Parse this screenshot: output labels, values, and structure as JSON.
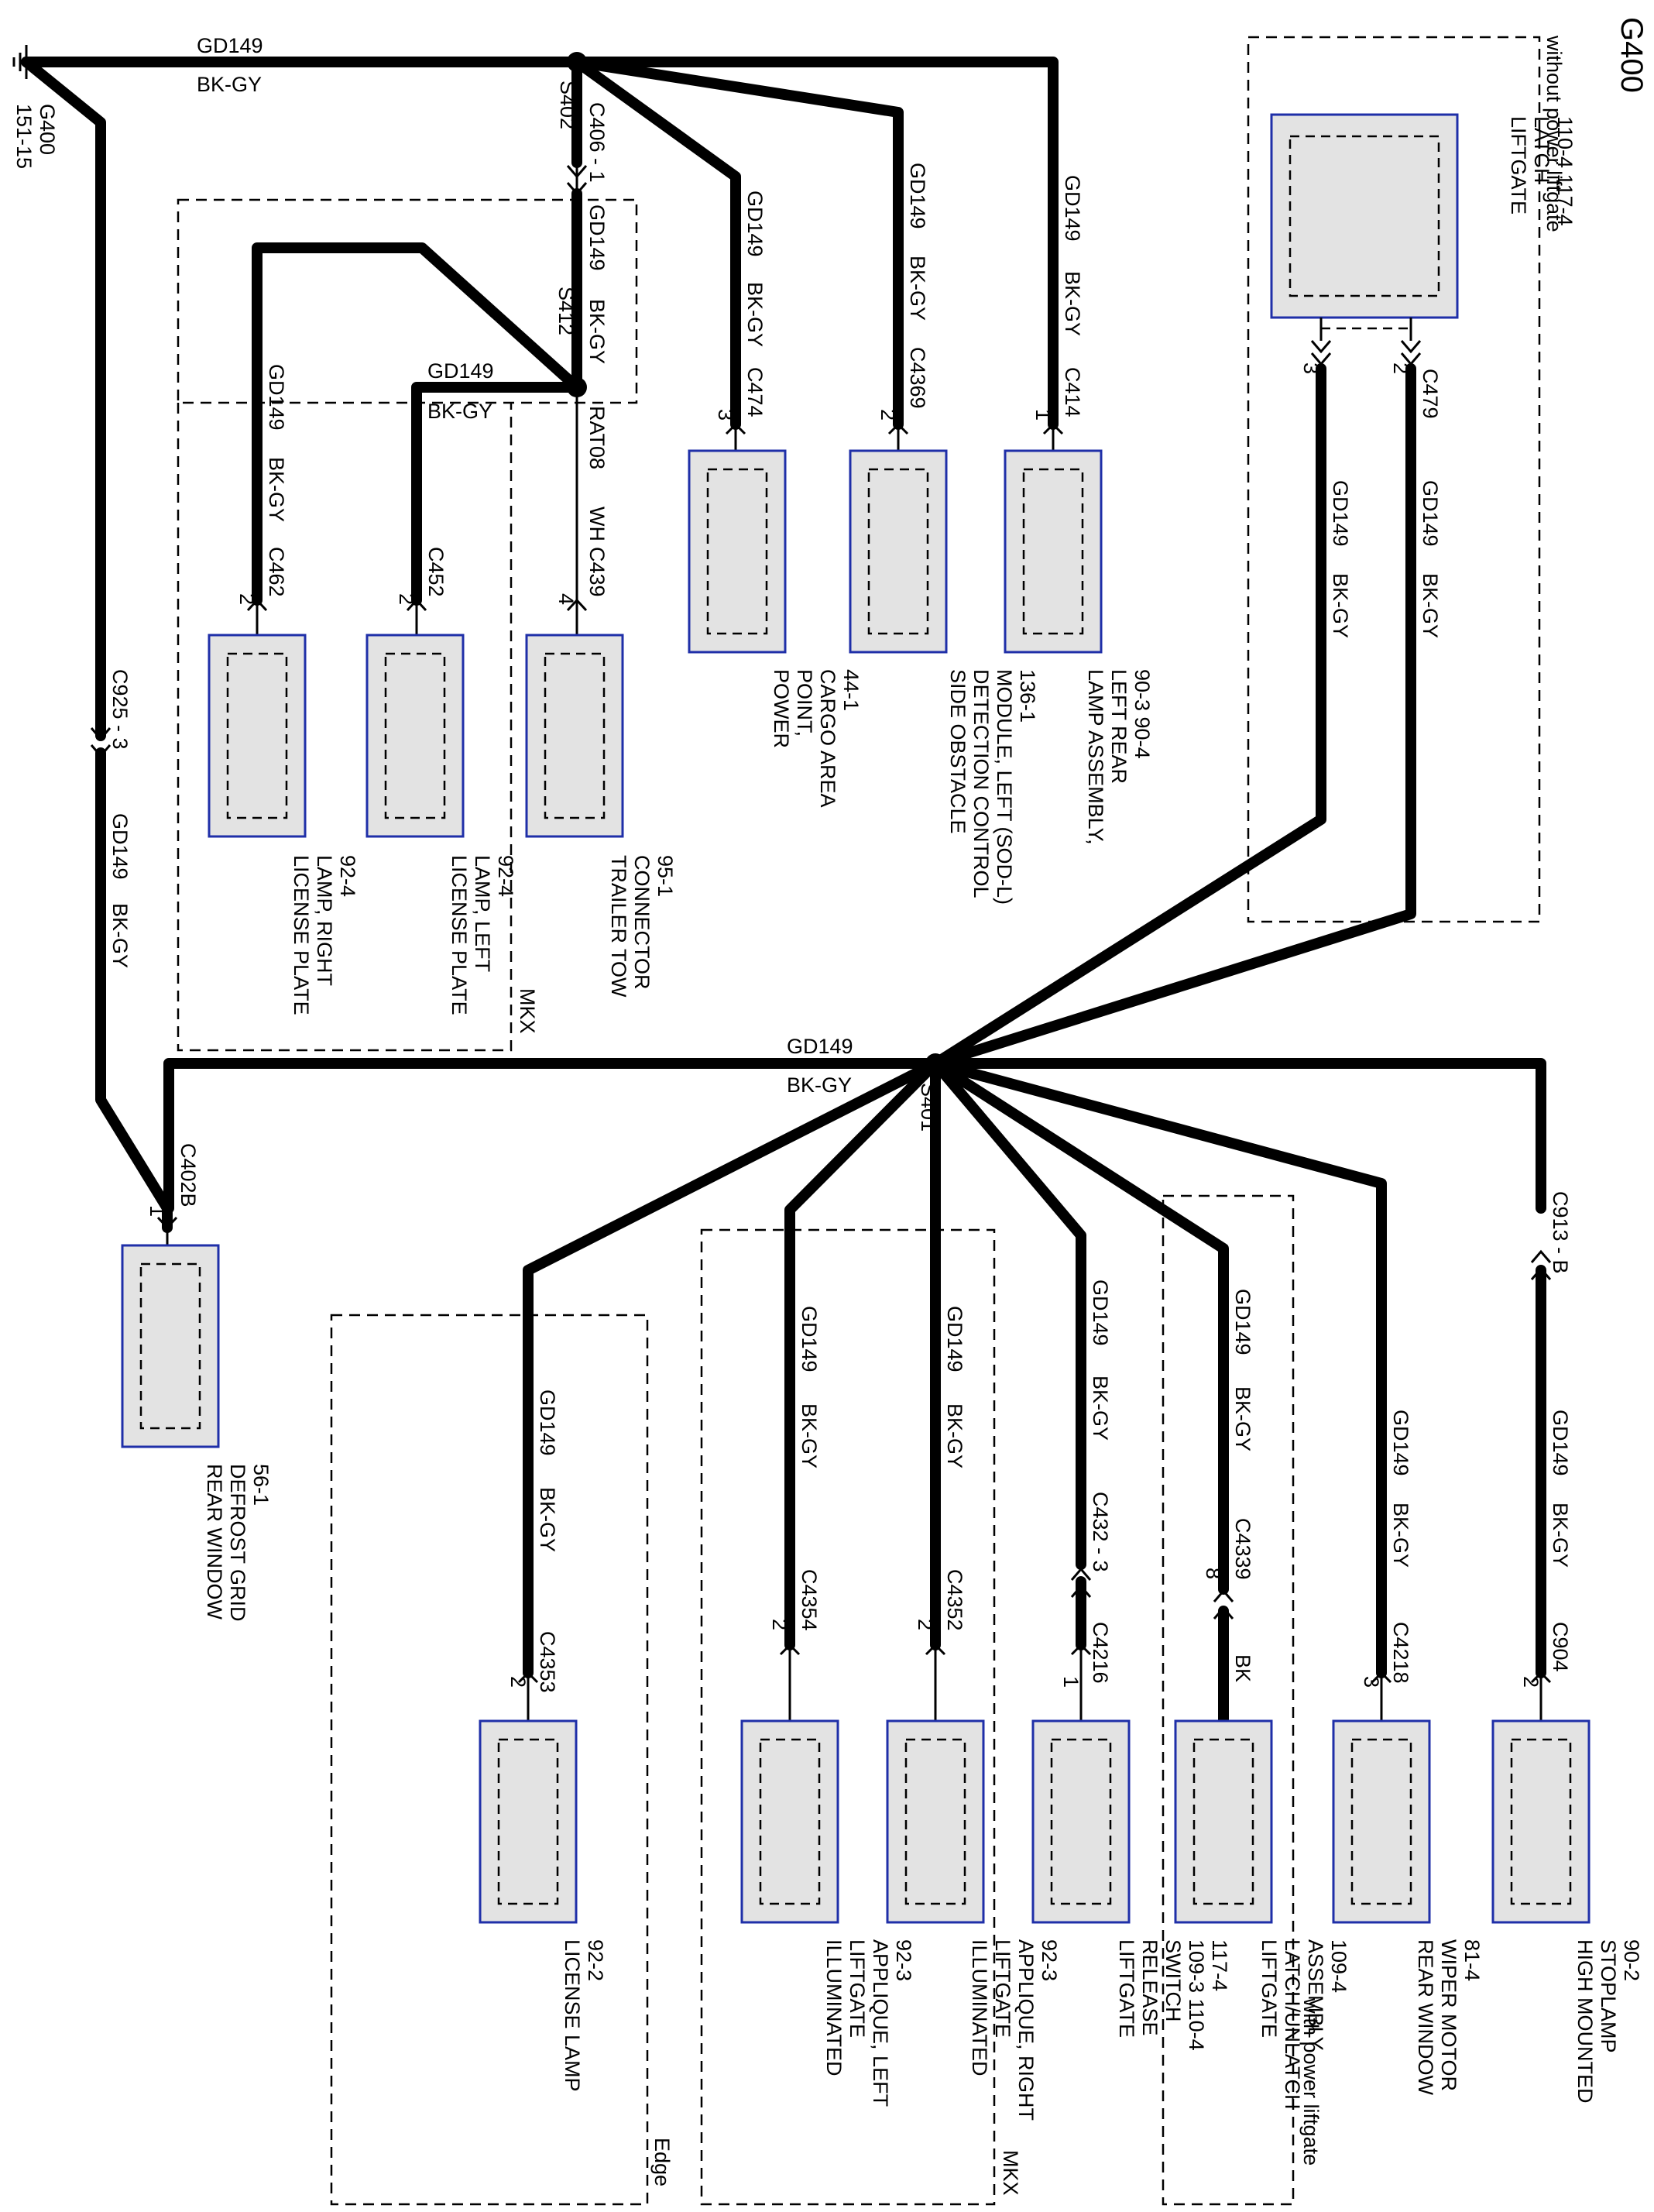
{
  "title": "G400",
  "ground": {
    "name": "G400",
    "page_ref": "151-15"
  },
  "wire_circuit": "GD149",
  "wire_color": "BK-GY",
  "trailer_wire_circuit": "RAT08",
  "trailer_wire_color": "WH",
  "bk_label": "BK",
  "splices": {
    "top": "S402",
    "mkx": "S412",
    "main": "S401"
  },
  "connectors": {
    "c406": "C406 - 1",
    "c925": "C925 - 3",
    "c402b": "C402B",
    "c474": "C474",
    "c4369": "C4369",
    "c414": "C414",
    "c479": "C479",
    "c462": "C462",
    "c452": "C452",
    "c439": "C439",
    "c4353": "C4353",
    "c4354": "C4354",
    "c4352": "C4352",
    "c432": "C432 - 3",
    "c4216": "C4216",
    "c4339": "C4339",
    "c4218": "C4218",
    "c913": "C913 - B",
    "c904": "C904"
  },
  "pins": {
    "c474": "3",
    "c4369": "2",
    "c414": "1",
    "liftgate_3": "3",
    "liftgate_2": "2",
    "c462": "2",
    "c452": "2",
    "c439": "4",
    "c402b": "1",
    "c4353": "2",
    "c4354": "2",
    "c4352": "2",
    "c4216": "1",
    "c4339": "8",
    "c4218": "3",
    "c904": "2"
  },
  "region_labels": {
    "without_power_liftgate": "without power liftgate",
    "with_power_liftgate": "with power liftgate",
    "mkx_upper": "MKX",
    "mkx_lower": "MKX",
    "edge": "Edge"
  },
  "components": {
    "liftgate_latch": {
      "lines": [
        "LIFTGATE",
        "LATCH",
        "110-4     117-4"
      ]
    },
    "lamp_left_rear": {
      "lines": [
        "LAMP ASSEMBLY,",
        "LEFT REAR",
        "90-3    90-4"
      ]
    },
    "sod_module": {
      "lines": [
        "SIDE OBSTACLE",
        "DETECTION CONTROL",
        "MODULE, LEFT (SOD-L)",
        "136-1"
      ]
    },
    "power_point": {
      "lines": [
        "POWER",
        "POINT,",
        "CARGO AREA",
        "44-1"
      ]
    },
    "trailer_tow": {
      "lines": [
        "TRAILER TOW",
        "CONNECTOR",
        "95-1"
      ]
    },
    "license_left": {
      "lines": [
        "LICENSE PLATE",
        "LAMP, LEFT",
        "92-4"
      ]
    },
    "license_right": {
      "lines": [
        "LICENSE PLATE",
        "LAMP, RIGHT",
        "92-4"
      ]
    },
    "rear_defrost": {
      "lines": [
        "REAR WINDOW",
        "DEFROST GRID",
        "56-1"
      ]
    },
    "license_lamp": {
      "lines": [
        "LICENSE LAMP",
        "92-2"
      ]
    },
    "appl_left": {
      "lines": [
        "ILLUMINATED",
        "LIFTGATE",
        "APPLIQUE, LEFT",
        "92-3"
      ]
    },
    "appl_right": {
      "lines": [
        "ILLUMINATED",
        "LIFTGATE",
        "APPLIQUE, RIGHT",
        "92-3"
      ]
    },
    "release_switch": {
      "lines": [
        "LIFTGATE",
        "RELEASE",
        "SWITCH",
        "109-3    110-4",
        "117-4"
      ]
    },
    "latch_assembly": {
      "lines": [
        "LIFTGATE",
        "LATCH/UNLATCH",
        "ASSEMBLY",
        "109-4"
      ]
    },
    "wiper_motor": {
      "lines": [
        "REAR WINDOW",
        "WIPER MOTOR",
        "81-4"
      ]
    },
    "stoplamp": {
      "lines": [
        "HIGH MOUNTED",
        "STOPLAMP",
        "90-2"
      ]
    }
  }
}
